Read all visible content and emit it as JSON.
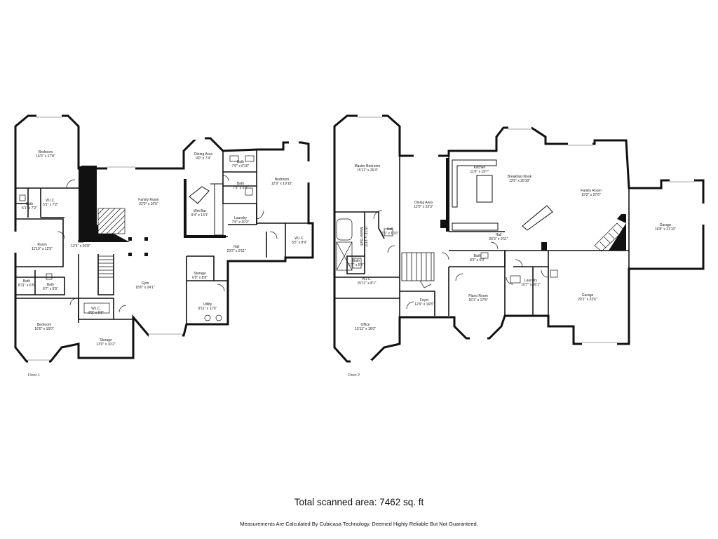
{
  "floors": [
    {
      "label": "Floor 1",
      "rooms": [
        {
          "name": "Bedroom",
          "dims": "16'0\" x 17'8\""
        },
        {
          "name": "Dining Area",
          "dims": "9'0\" x 7'4\""
        },
        {
          "name": "Bath",
          "dims": "7'6\" x 6'10\""
        },
        {
          "name": "Bath",
          "dims": "7'6\" x 6'4\""
        },
        {
          "name": "Bedroom",
          "dims": "12'9\" x 19'10\""
        },
        {
          "name": "Bath",
          "dims": "5'1\" x 7'2\""
        },
        {
          "name": "W.I.C.",
          "dims": "5'1\" x 7'2\""
        },
        {
          "name": "Family Room",
          "dims": "22'0\" x 16'5\""
        },
        {
          "name": "Wet Bar",
          "dims": "9'4\" x 13'1\""
        },
        {
          "name": "Laundry",
          "dims": "7'5\" x 10'2\""
        },
        {
          "name": "Room",
          "dims": "11'10\" x 12'5\""
        },
        {
          "name": "Hall",
          "dims": "12'4\" x 26'8\""
        },
        {
          "name": "Hall",
          "dims": "23'2\" x 9'11\""
        },
        {
          "name": "W.I.C.",
          "dims": "6'5\" x 8'9\""
        },
        {
          "name": "Storage",
          "dims": "6'0\" x 8'8\""
        },
        {
          "name": "Bath",
          "dims": "8'11\" x 6'5\""
        },
        {
          "name": "Bath",
          "dims": "6'7\" x 6'5\""
        },
        {
          "name": "Gym",
          "dims": "18'0\" x 24'1\""
        },
        {
          "name": "Utility",
          "dims": "9'11\" x 11'0\""
        },
        {
          "name": "W.I.C.",
          "dims": "8'2\" x 6'6\""
        },
        {
          "name": "Bedroom",
          "dims": "16'0\" x 16'0\""
        },
        {
          "name": "Storage",
          "dims": "13'0\" x 10'2\""
        }
      ]
    },
    {
      "label": "Floor 2",
      "rooms": [
        {
          "name": "Master Bedroom",
          "dims": "15'11\" x 26'4\""
        },
        {
          "name": "Kitchen",
          "dims": "11'6\" x 19'7\""
        },
        {
          "name": "Breakfast Nook",
          "dims": "13'5\" x 25'10\""
        },
        {
          "name": "Family Room",
          "dims": "19'2\" x 27'6\""
        },
        {
          "name": "Dining Area",
          "dims": "12'0\" x 23'3\""
        },
        {
          "name": "Garage",
          "dims": "16'8\" x 21'10\""
        },
        {
          "name": "Master Bath",
          "dims": "15'11\" x 13'3\""
        },
        {
          "name": "Hall",
          "dims": "5'6\" x 10'0\""
        },
        {
          "name": "Hall",
          "dims": "26'3\" x 9'11\""
        },
        {
          "name": "Bath",
          "dims": "5'7\" x 5'4\""
        },
        {
          "name": "Bath",
          "dims": "8'3\" x 5'0\""
        },
        {
          "name": "W.I.C.",
          "dims": "15'11\" x 8'1\""
        },
        {
          "name": "Laundry",
          "dims": "10'7\" x 16'1\""
        },
        {
          "name": "Piano Room",
          "dims": "16'1\" x 17'8\""
        },
        {
          "name": "Garage",
          "dims": "20'1\" x 23'6\""
        },
        {
          "name": "Foyer",
          "dims": "12'9\" x 16'8\""
        },
        {
          "name": "Office",
          "dims": "15'11\" x 16'0\""
        }
      ]
    }
  ],
  "total_area": "Total scanned area: 7462 sq. ft",
  "disclaimer": "Measurements Are Calculated By Cubicasa Technology. Deemed Highly Reliable But Not Guaranteed."
}
